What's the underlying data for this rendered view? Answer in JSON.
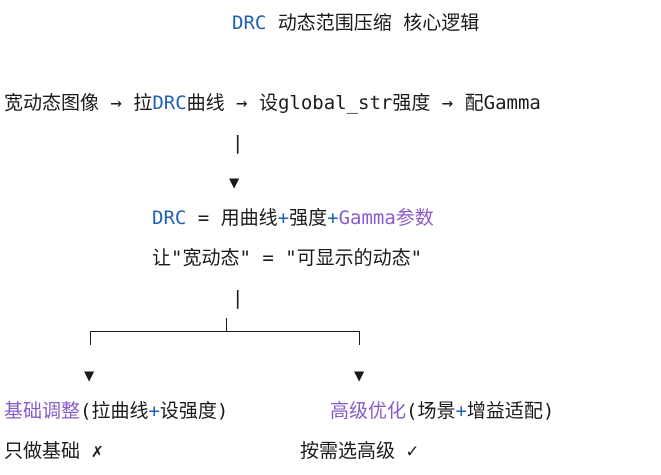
{
  "title": {
    "prefix": "DRC",
    "rest": " 动态范围压缩 核心逻辑"
  },
  "flow": {
    "a": "宽动态图像 → 拉",
    "a_drc": "DRC",
    "b": "曲线 → 设global_str强度 → 配Gamma"
  },
  "connector": {
    "bar": "|",
    "arrow_head": "▼"
  },
  "definition": {
    "drc": "DRC",
    "eq": " = 用曲线",
    "plus1": "+",
    "strength": "强度",
    "plus2": "+",
    "gamma": "Gamma",
    "params": "参数"
  },
  "explanation": "让\"宽动态\" = \"可显示的动态\"",
  "branches": [
    {
      "name": "基础调整",
      "detail_open": "(拉曲线",
      "plus": "+",
      "detail_close": "设强度)",
      "note": "只做基础 ✗"
    },
    {
      "name": "高级优化",
      "detail_open": "(场景",
      "plus": "+",
      "detail_close": "增益适配)",
      "note": "按需选高级 ✓"
    }
  ],
  "colors": {
    "blue": "#2162b0",
    "purple": "#8a5cc8",
    "text": "#1a1a1a"
  }
}
